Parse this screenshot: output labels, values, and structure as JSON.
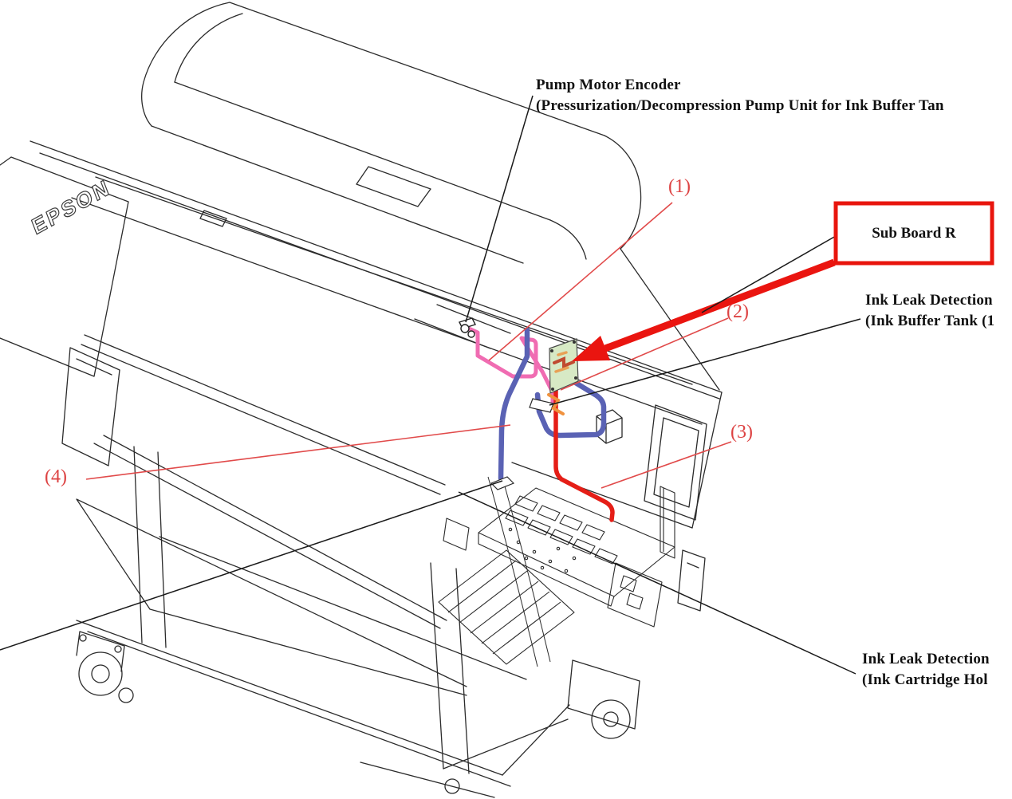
{
  "figure": {
    "logo": "EPSON",
    "labels": {
      "pump_motor_encoder": {
        "line1": "Pump Motor Encoder",
        "line2": "(Pressurization/Decompression Pump Unit for Ink Buffer Tan"
      },
      "sub_board_r": "Sub Board R",
      "ink_leak_buffer": {
        "line1": "Ink Leak Detection",
        "line2": "(Ink Buffer Tank (1"
      },
      "ink_leak_cartridge": {
        "line1": "Ink Leak Detection",
        "line2": "(Ink Cartridge Hol"
      },
      "callout_1": "(1)",
      "callout_2": "(2)",
      "callout_3": "(3)",
      "callout_4": "(4)"
    },
    "colors": {
      "line_art": "#2b2b2b",
      "leader_black": "#1a1a1a",
      "callout_red": "#dd4343",
      "leader_red": "#e14a4a",
      "highlight_box_red": "#e8150d",
      "arrow_red": "#ea1510",
      "tube_pink": "#f06cb2",
      "tube_blue": "#5a62b4",
      "tube_red": "#e51e17",
      "connector_orange": "#f0923e",
      "board_green": "#d7e9c5",
      "trace_dark_red": "#c04a30",
      "trace_orange": "#e8a055"
    }
  }
}
